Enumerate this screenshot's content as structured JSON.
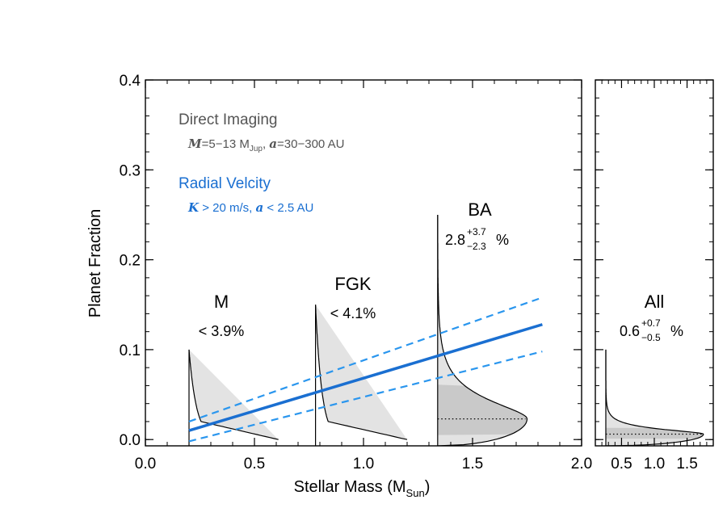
{
  "chart_data": [
    {
      "type": "line",
      "xlabel": "Stellar Mass (M",
      "xlabel_sub": "Sun",
      "ylabel": "Planet Fraction",
      "xlim": [
        0.0,
        2.0
      ],
      "ylim": [
        -0.007,
        0.4
      ],
      "xticks": [
        "0.0",
        "0.5",
        "1.0",
        "1.5",
        "2.0"
      ],
      "yticks": [
        "0.0",
        "0.1",
        "0.2",
        "0.3",
        "0.4"
      ],
      "legend": {
        "di_title": "Direct Imaging",
        "di_params": {
          "m": "M",
          "m_range": "=5−13 M",
          "m_sub": "Jup",
          "sep": ", ",
          "a": "a",
          "a_range": "=30−300 AU"
        },
        "rv_title": "Radial Velcity",
        "rv_params": {
          "k": "K",
          "k_val": " > 20 m/s, ",
          "a": "a",
          "a_val": " < 2.5 AU"
        }
      },
      "colors": {
        "di": "#555555",
        "rv": "#1a6fd1",
        "rv_dash": "#2a96ee",
        "fill": "#e3e3e3",
        "band": "#c9c9c9"
      },
      "rv_fit": {
        "x": [
          0.2,
          1.82
        ],
        "y": [
          0.01,
          0.128
        ],
        "upper": [
          0.02,
          0.158
        ],
        "lower": [
          -0.002,
          0.098
        ]
      },
      "series": [
        {
          "name": "M",
          "value_text": "< 3.9%",
          "x0": 0.2,
          "peak": 0.1,
          "decay": 0.055,
          "tail_end": 0.02,
          "max_x": 0.61
        },
        {
          "name": "FGK",
          "value_text": "< 4.1%",
          "x0": 0.78,
          "peak": 0.15,
          "decay": 0.058,
          "tail_end": 0.02,
          "max_x": 1.2
        },
        {
          "name": "BA",
          "value_main": "2.8",
          "value_sup": "+3.7",
          "value_sub": "−2.3",
          "value_unit": "%",
          "x0": 1.34,
          "mode": 0.023,
          "max_x": 1.75,
          "band": [
            0.005,
            0.061
          ],
          "top": 0.25
        }
      ]
    },
    {
      "type": "line",
      "xlim": [
        0.1,
        1.9
      ],
      "ylim": [
        -0.007,
        0.4
      ],
      "xticks": [
        "0.5",
        "1.0",
        "1.5"
      ],
      "series": [
        {
          "name": "All",
          "value_main": "0.6",
          "value_sup": "+0.7",
          "value_sub": "−0.5",
          "value_unit": "%",
          "x0": 0.26,
          "mode": 0.006,
          "max_x": 1.75,
          "band": [
            0.001,
            0.013
          ],
          "top": 0.1
        }
      ]
    }
  ]
}
